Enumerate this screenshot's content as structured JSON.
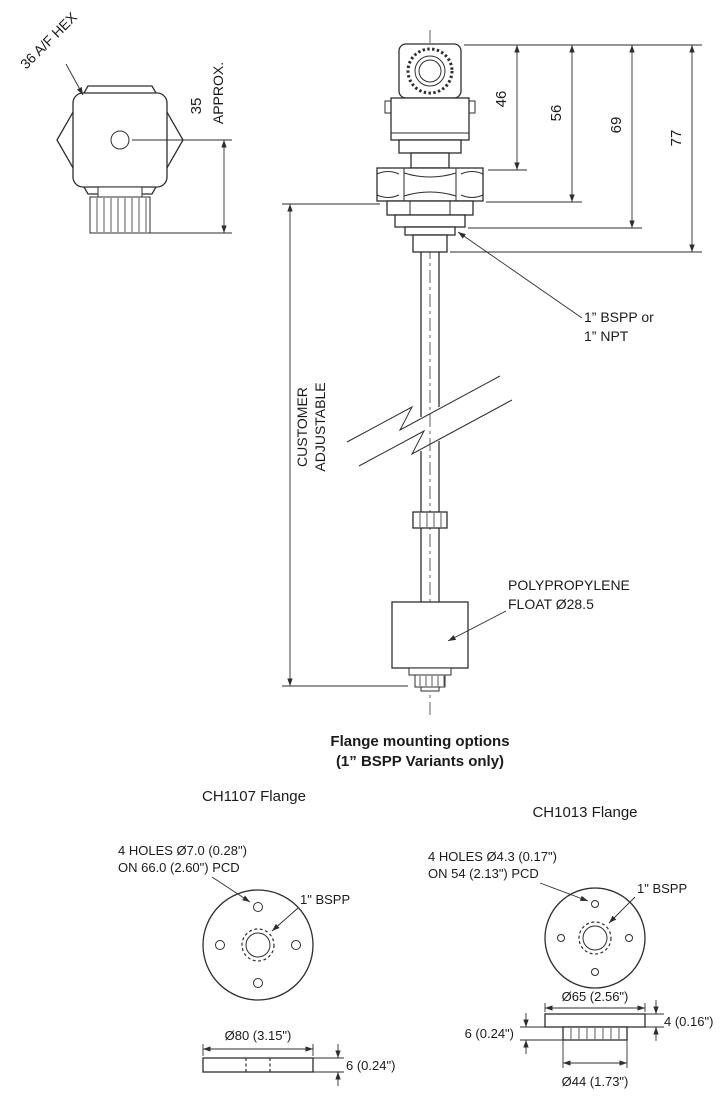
{
  "hex_view": {
    "af_label": "36 A/F HEX",
    "height": "35",
    "height_note": "APPROX."
  },
  "main_view": {
    "dim_46": "46",
    "dim_56": "56",
    "dim_69": "69",
    "dim_77": "77",
    "thread_line1": "1” BSPP or",
    "thread_line2": "1” NPT",
    "adjust_line1": "CUSTOMER",
    "adjust_line2": "ADJUSTABLE",
    "float_line1": "POLYPROPYLENE",
    "float_line2": "FLOAT Ø28.5"
  },
  "flange_options": {
    "title_line1": "Flange mounting options",
    "title_line2": "(1” BSPP Variants only)",
    "ch1107": {
      "name": "CH1107 Flange",
      "holes_line1": "4 HOLES Ø7.0 (0.28\")",
      "holes_line2": "ON 66.0 (2.60\") PCD",
      "thread": "1\" BSPP",
      "outer_diameter": "Ø80 (3.15\")",
      "thickness": "6 (0.24\")"
    },
    "ch1013": {
      "name": "CH1013 Flange",
      "holes_line1": "4 HOLES Ø4.3 (0.17\")",
      "holes_line2": "ON 54 (2.13\") PCD",
      "thread": "1\" BSPP",
      "outer_diameter": "Ø65 (2.56\")",
      "boss_thickness": "6 (0.24\")",
      "plate_thickness": "4 (0.16\")",
      "boss_diameter": "Ø44 (1.73\")"
    }
  }
}
